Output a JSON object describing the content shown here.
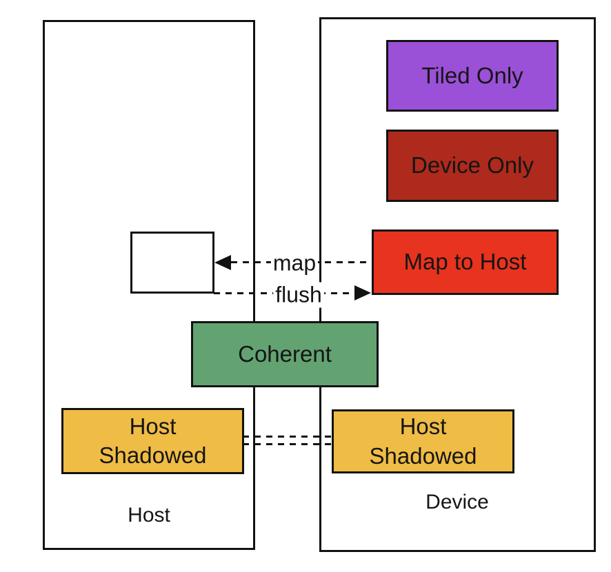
{
  "diagram": {
    "ink_color": "#121212",
    "host": {
      "label": "Host"
    },
    "device": {
      "label": "Device"
    },
    "boxes": {
      "tiled_only": {
        "label": "Tiled Only",
        "color": "#9B50D8"
      },
      "device_only": {
        "label": "Device Only",
        "color": "#AE2A1C"
      },
      "map_to_host": {
        "label": "Map to Host",
        "color": "#E8331F"
      },
      "coherent": {
        "label": "Coherent",
        "color": "#63A372"
      },
      "host_shadowed_host_side": {
        "label": "Host\nShadowed",
        "color": "#EFBC45"
      },
      "host_shadowed_device_side": {
        "label": "Host\nShadowed",
        "color": "#EFBC45"
      },
      "unlabeled_host_box": {
        "label": "",
        "color": "#FFFFFF"
      }
    },
    "arrows": {
      "map": {
        "label": "map",
        "direction": "device-to-host"
      },
      "flush": {
        "label": "flush",
        "direction": "host-to-device"
      }
    }
  }
}
